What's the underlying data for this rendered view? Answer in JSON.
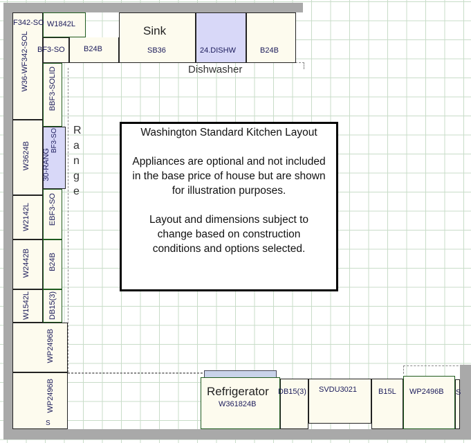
{
  "title": "Washington Standard Kitchen Layout",
  "notes": [
    "Appliances are optional and not included in the base price of house but are shown for illustration purposes.",
    "Layout and dimensions subject to change based on construction conditions and options selected."
  ],
  "top": {
    "corner": "F342-SO",
    "w1": "W1842L",
    "b1": "B24B",
    "sink_label": "Sink",
    "sink": "SB36",
    "dw": "24.DISHW",
    "b2": "B24B",
    "dw_label": "Dishwasher",
    "bf": "BF3-SO"
  },
  "left_wall": [
    "W36-WF342-SOL",
    "W3624B",
    "W2142L",
    "W2442B",
    "W1542L",
    "WP2496B",
    "WP2496B"
  ],
  "left_base": [
    "BBF3-SOLID",
    "BF3-SO",
    "30-RANG",
    "EBF3-SO",
    "B24B",
    "DB15(3)",
    "S"
  ],
  "range_label": [
    "R",
    "a",
    "n",
    "g",
    "e"
  ],
  "bottom": {
    "fridge_label": "Refrigerator",
    "fridge": "W361824B",
    "db": "DB15(3)",
    "svdu": "SVDU3021",
    "b15": "B15L",
    "wp": "WP2496B",
    "s": "S"
  }
}
